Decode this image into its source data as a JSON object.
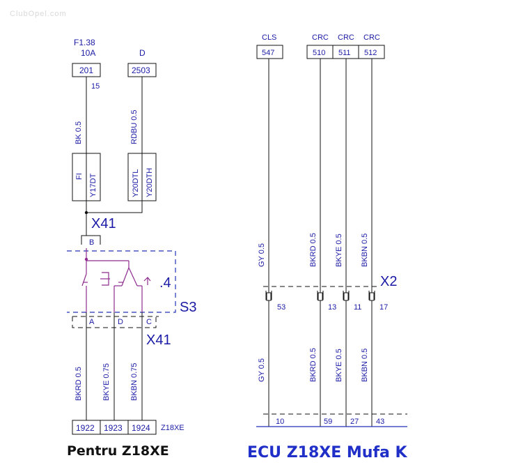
{
  "watermark": "ClubOpel.com",
  "left": {
    "fuse_label": "F1.38",
    "fuse_amp": "10A",
    "d_label": "D",
    "pin_201": "201",
    "pin_2503": "2503",
    "pin_15": "15",
    "wire_bk": "BK 0.5",
    "wire_rdbu": "RDBU 0.5",
    "variant_fi": "FI",
    "variant_y17dt": "Y17DT",
    "variant_y20dtl": "Y20DTL",
    "variant_y20dth": "Y20DTH",
    "conn_x41_top": "X41",
    "pin_b": "B",
    "switch_pos": ".4",
    "switch_name": "S3",
    "pin_a": "A",
    "pin_d": "D",
    "pin_c": "C",
    "conn_x41_bottom": "X41",
    "wire_bkrd": "BKRD 0.5",
    "wire_bkye": "BKYE 0.75",
    "wire_bkbn": "BKBN 0.75",
    "pin_1922": "1922",
    "pin_1923": "1923",
    "pin_1924": "1924",
    "engine": "Z18XE"
  },
  "right": {
    "cls": "CLS",
    "crc1": "CRC",
    "crc2": "CRC",
    "crc3": "CRC",
    "pin_547": "547",
    "pin_510": "510",
    "pin_511": "511",
    "pin_512": "512",
    "wire_gy_top": "GY 0.5",
    "wire_bkrd_top": "BKRD 0.5",
    "wire_bkye_top": "BKYE 0.5",
    "wire_bkbn_top": "BKBN 0.5",
    "conn_x2": "X2",
    "x2_pin_53": "53",
    "x2_pin_13": "13",
    "x2_pin_11": "11",
    "x2_pin_17": "17",
    "wire_gy_bot": "GY 0.5",
    "wire_bkrd_bot": "BKRD 0.5",
    "wire_bkye_bot": "BKYE 0.5",
    "wire_bkbn_bot": "BKBN 0.5",
    "ecu_pin_10": "10",
    "ecu_pin_59": "59",
    "ecu_pin_27": "27",
    "ecu_pin_43": "43"
  },
  "captions": {
    "left": "Pentru Z18XE",
    "right": "ECU Z18XE Mufa K"
  }
}
